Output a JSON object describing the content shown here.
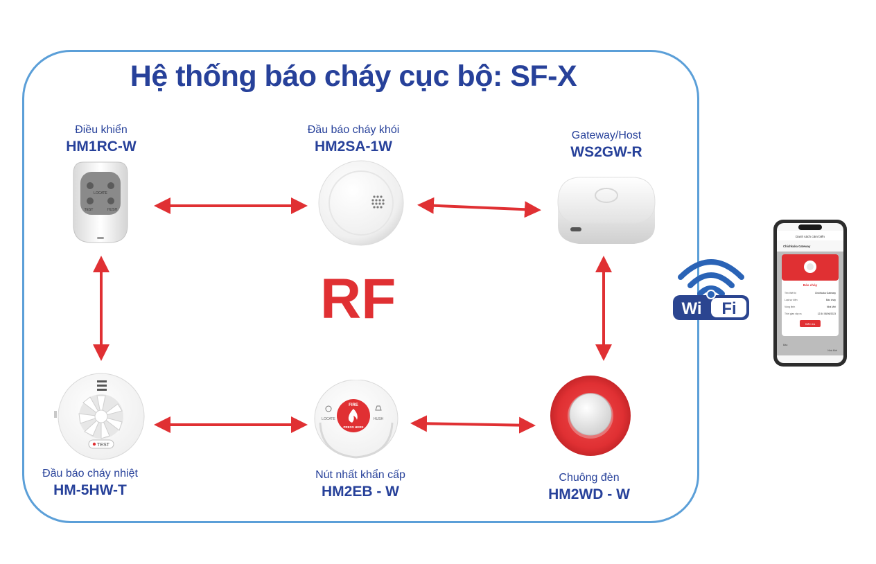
{
  "title": "Hệ thống báo cháy cục bộ: SF-X",
  "center_label": "RF",
  "colors": {
    "frame": "#5b9fd8",
    "title": "#27419a",
    "arrow": "#e03033",
    "accent_red": "#e03033"
  },
  "devices": [
    {
      "name": "Điều khiển",
      "model": "HM1RC-W",
      "icon": "remote-control-icon",
      "buttons": [
        "LOCATE",
        "TEST",
        "HUSH"
      ]
    },
    {
      "name": "Đầu báo cháy khói",
      "model": "HM2SA-1W",
      "icon": "smoke-detector-icon"
    },
    {
      "name": "Gateway/Host",
      "model": "WS2GW-R",
      "icon": "gateway-icon"
    },
    {
      "name": "Đầu báo cháy nhiệt",
      "model": "HM-5HW-T",
      "icon": "heat-detector-icon",
      "badge": "TEST"
    },
    {
      "name": "Nút nhất khẩn cấp",
      "model": "HM2EB - W",
      "icon": "emergency-button-icon",
      "button_text": [
        "FIRE",
        "PRESS HERE"
      ],
      "side_labels": [
        "LOCATE",
        "HUSH"
      ]
    },
    {
      "name": "Chuông đèn",
      "model": "HM2WD - W",
      "icon": "siren-strobe-icon"
    }
  ],
  "wifi": {
    "left": "Wi",
    "right": "Fi",
    "icon": "wifi-icon"
  },
  "phone": {
    "icon": "smartphone-icon",
    "header": "Danh sách cảm biến",
    "gateway_row": "Chichkaka Gateway",
    "popup_title": "Báo cháy",
    "rows": [
      {
        "label": "Tên thiết bị",
        "value": "Chichkaka Gateway"
      },
      {
        "label": "Loại sự kiện",
        "value": "Báo cháy"
      },
      {
        "label": "Vùng lệnh",
        "value": "Nhà Mới"
      },
      {
        "label": "Thời gian xảy ra",
        "value": "12:34 08/06/2023"
      }
    ],
    "popup_button": "Kiểm tra",
    "footer_row_1": "Báo",
    "footer_row_2": "Nhà Mới"
  }
}
